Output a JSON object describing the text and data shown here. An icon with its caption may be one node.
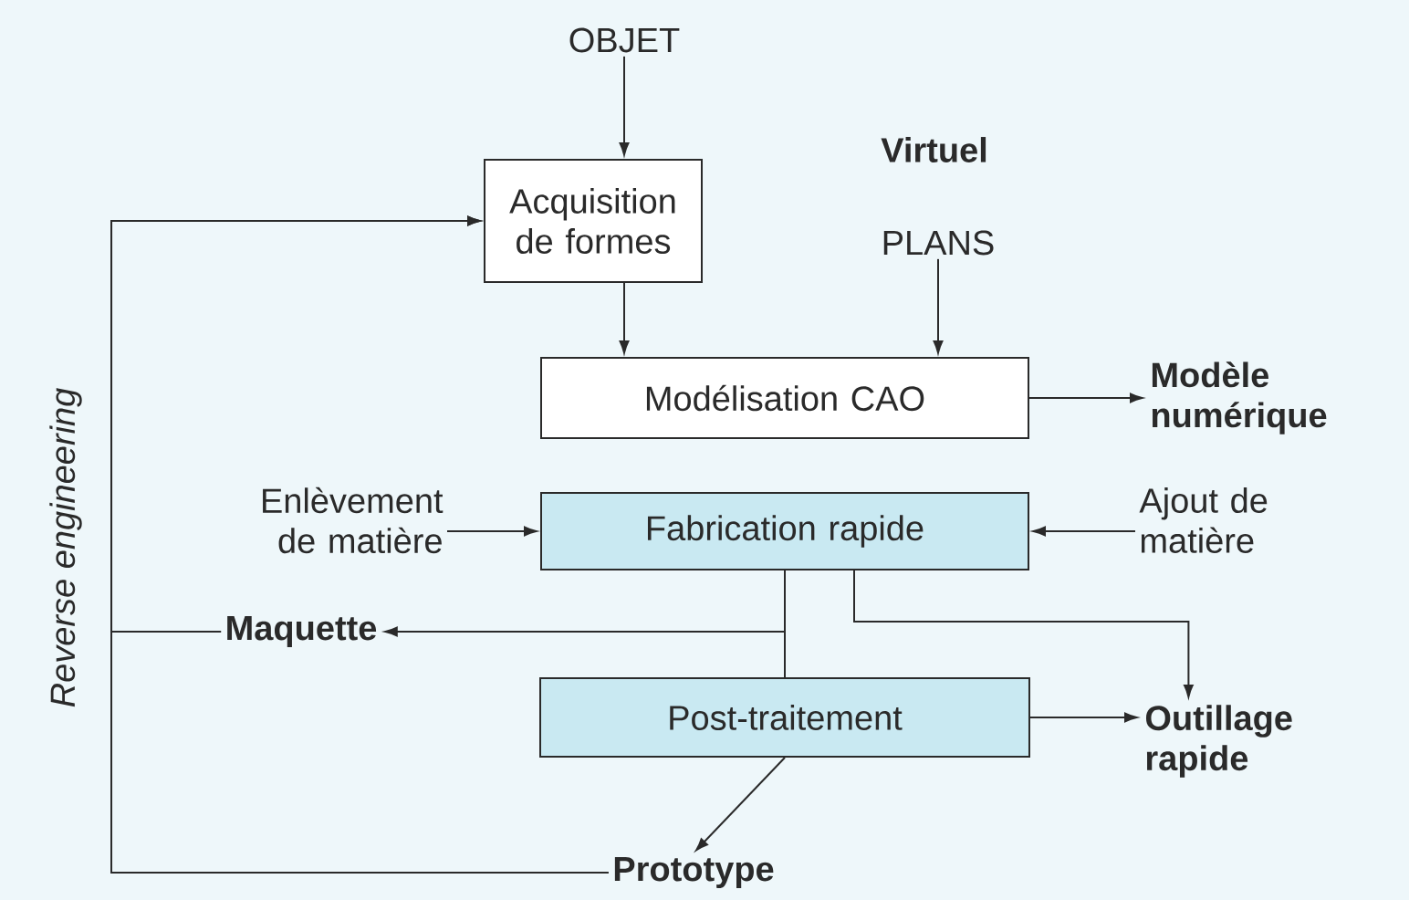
{
  "diagram": {
    "nodes": [
      {
        "text": [
          "OBJET"
        ]
      },
      {
        "text": [
          "Acquisition de formes"
        ]
      },
      {
        "text": [
          "PLANS"
        ]
      },
      {
        "text": [
          "Modélisation CAO"
        ]
      },
      {
        "text": [
          "Modèle numérique"
        ]
      },
      {
        "text": [
          "Enlèvement de matière"
        ]
      },
      {
        "text": [
          "Fabrication rapide"
        ]
      },
      {
        "text": [
          "Ajout de matière"
        ]
      },
      {
        "text": [
          "Maquette"
        ]
      },
      {
        "text": [
          "Post-traitement"
        ]
      },
      {
        "text": [
          "Outillage rapide"
        ]
      },
      {
        "text": [
          "Prototype"
        ]
      }
    ],
    "edges": [
      {
        "from": 0,
        "to": 1,
        "arrow": "to"
      },
      {
        "from": 1,
        "to": 3,
        "arrow": "to"
      },
      {
        "from": 2,
        "to": 3,
        "arrow": "to"
      },
      {
        "from": 3,
        "to": 4,
        "arrow": "to"
      },
      {
        "from": 5,
        "to": 6,
        "arrow": "to"
      },
      {
        "from": 7,
        "to": 6,
        "arrow": "to"
      },
      {
        "from": 6,
        "to": 8,
        "arrow": "to"
      },
      {
        "from": 6,
        "to": 9,
        "arrow": "none"
      },
      {
        "from": 6,
        "to": 10,
        "arrow": "to"
      },
      {
        "from": 9,
        "to": 10,
        "arrow": "to"
      },
      {
        "from": 9,
        "to": 11,
        "arrow": "to"
      },
      {
        "from": 8,
        "to": 1,
        "arrow": "to"
      },
      {
        "from": 11,
        "to": 1,
        "arrow": "to"
      }
    ],
    "labels": [
      "Virtuel",
      "Reverse engineering"
    ]
  }
}
